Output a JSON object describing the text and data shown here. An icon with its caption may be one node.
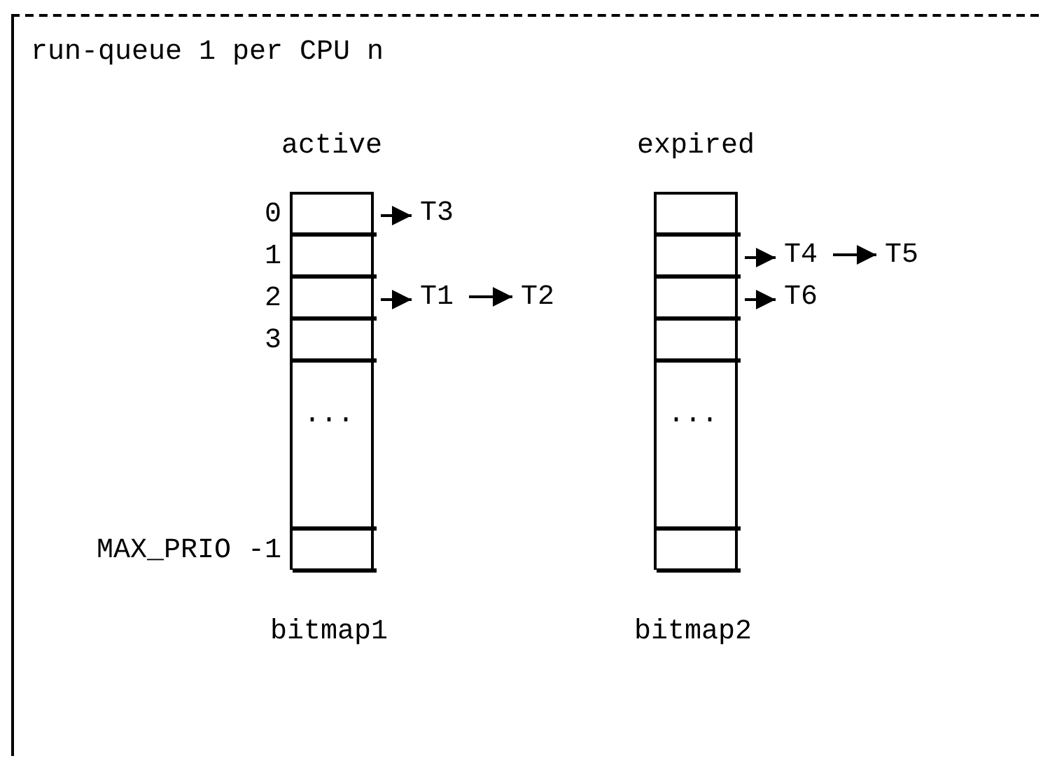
{
  "diagram": {
    "nodes": [
      {
        "text": [
          "run-queue 1 per CPU n"
        ]
      },
      {
        "text": [
          "active"
        ],
        "in": 0
      },
      {
        "text": [
          "0"
        ],
        "in": 1
      },
      {
        "text": [
          "1"
        ],
        "in": 1
      },
      {
        "text": [
          "2"
        ],
        "in": 1
      },
      {
        "text": [
          "3"
        ],
        "in": 1
      },
      {
        "text": [],
        "shape": "box",
        "in": 1
      },
      {
        "text": [
          "MAX_PRIO -1"
        ],
        "in": 1
      },
      {
        "text": [
          "expired"
        ],
        "in": 0
      },
      {
        "text": [],
        "shape": "box",
        "in": 8
      },
      {
        "text": [],
        "shape": "box",
        "in": 8
      },
      {
        "text": [],
        "shape": "box",
        "in": 8
      },
      {
        "text": [],
        "shape": "box",
        "in": 8
      },
      {
        "text": [],
        "shape": "box",
        "in": 8
      },
      {
        "text": [],
        "shape": "box",
        "in": 8
      },
      {
        "text": [
          "T3"
        ],
        "in": 0
      },
      {
        "text": [
          "T1"
        ],
        "in": 0
      },
      {
        "text": [
          "T2"
        ],
        "in": 0
      },
      {
        "text": [
          "T4"
        ],
        "in": 0
      },
      {
        "text": [
          "T5"
        ],
        "in": 0
      },
      {
        "text": [
          "T6"
        ],
        "in": 0
      }
    ],
    "edges": [
      {
        "from": 2,
        "to": 15,
        "arrow": "to"
      },
      {
        "from": 4,
        "to": 16,
        "arrow": "to"
      },
      {
        "from": 16,
        "to": 17,
        "arrow": "to"
      },
      {
        "from": 10,
        "to": 18,
        "arrow": "to"
      },
      {
        "from": 18,
        "to": 19,
        "arrow": "to"
      },
      {
        "from": 11,
        "to": 20,
        "arrow": "to"
      }
    ],
    "labels": [
      "...",
      "...",
      "bitmap1",
      "bitmap2"
    ]
  }
}
